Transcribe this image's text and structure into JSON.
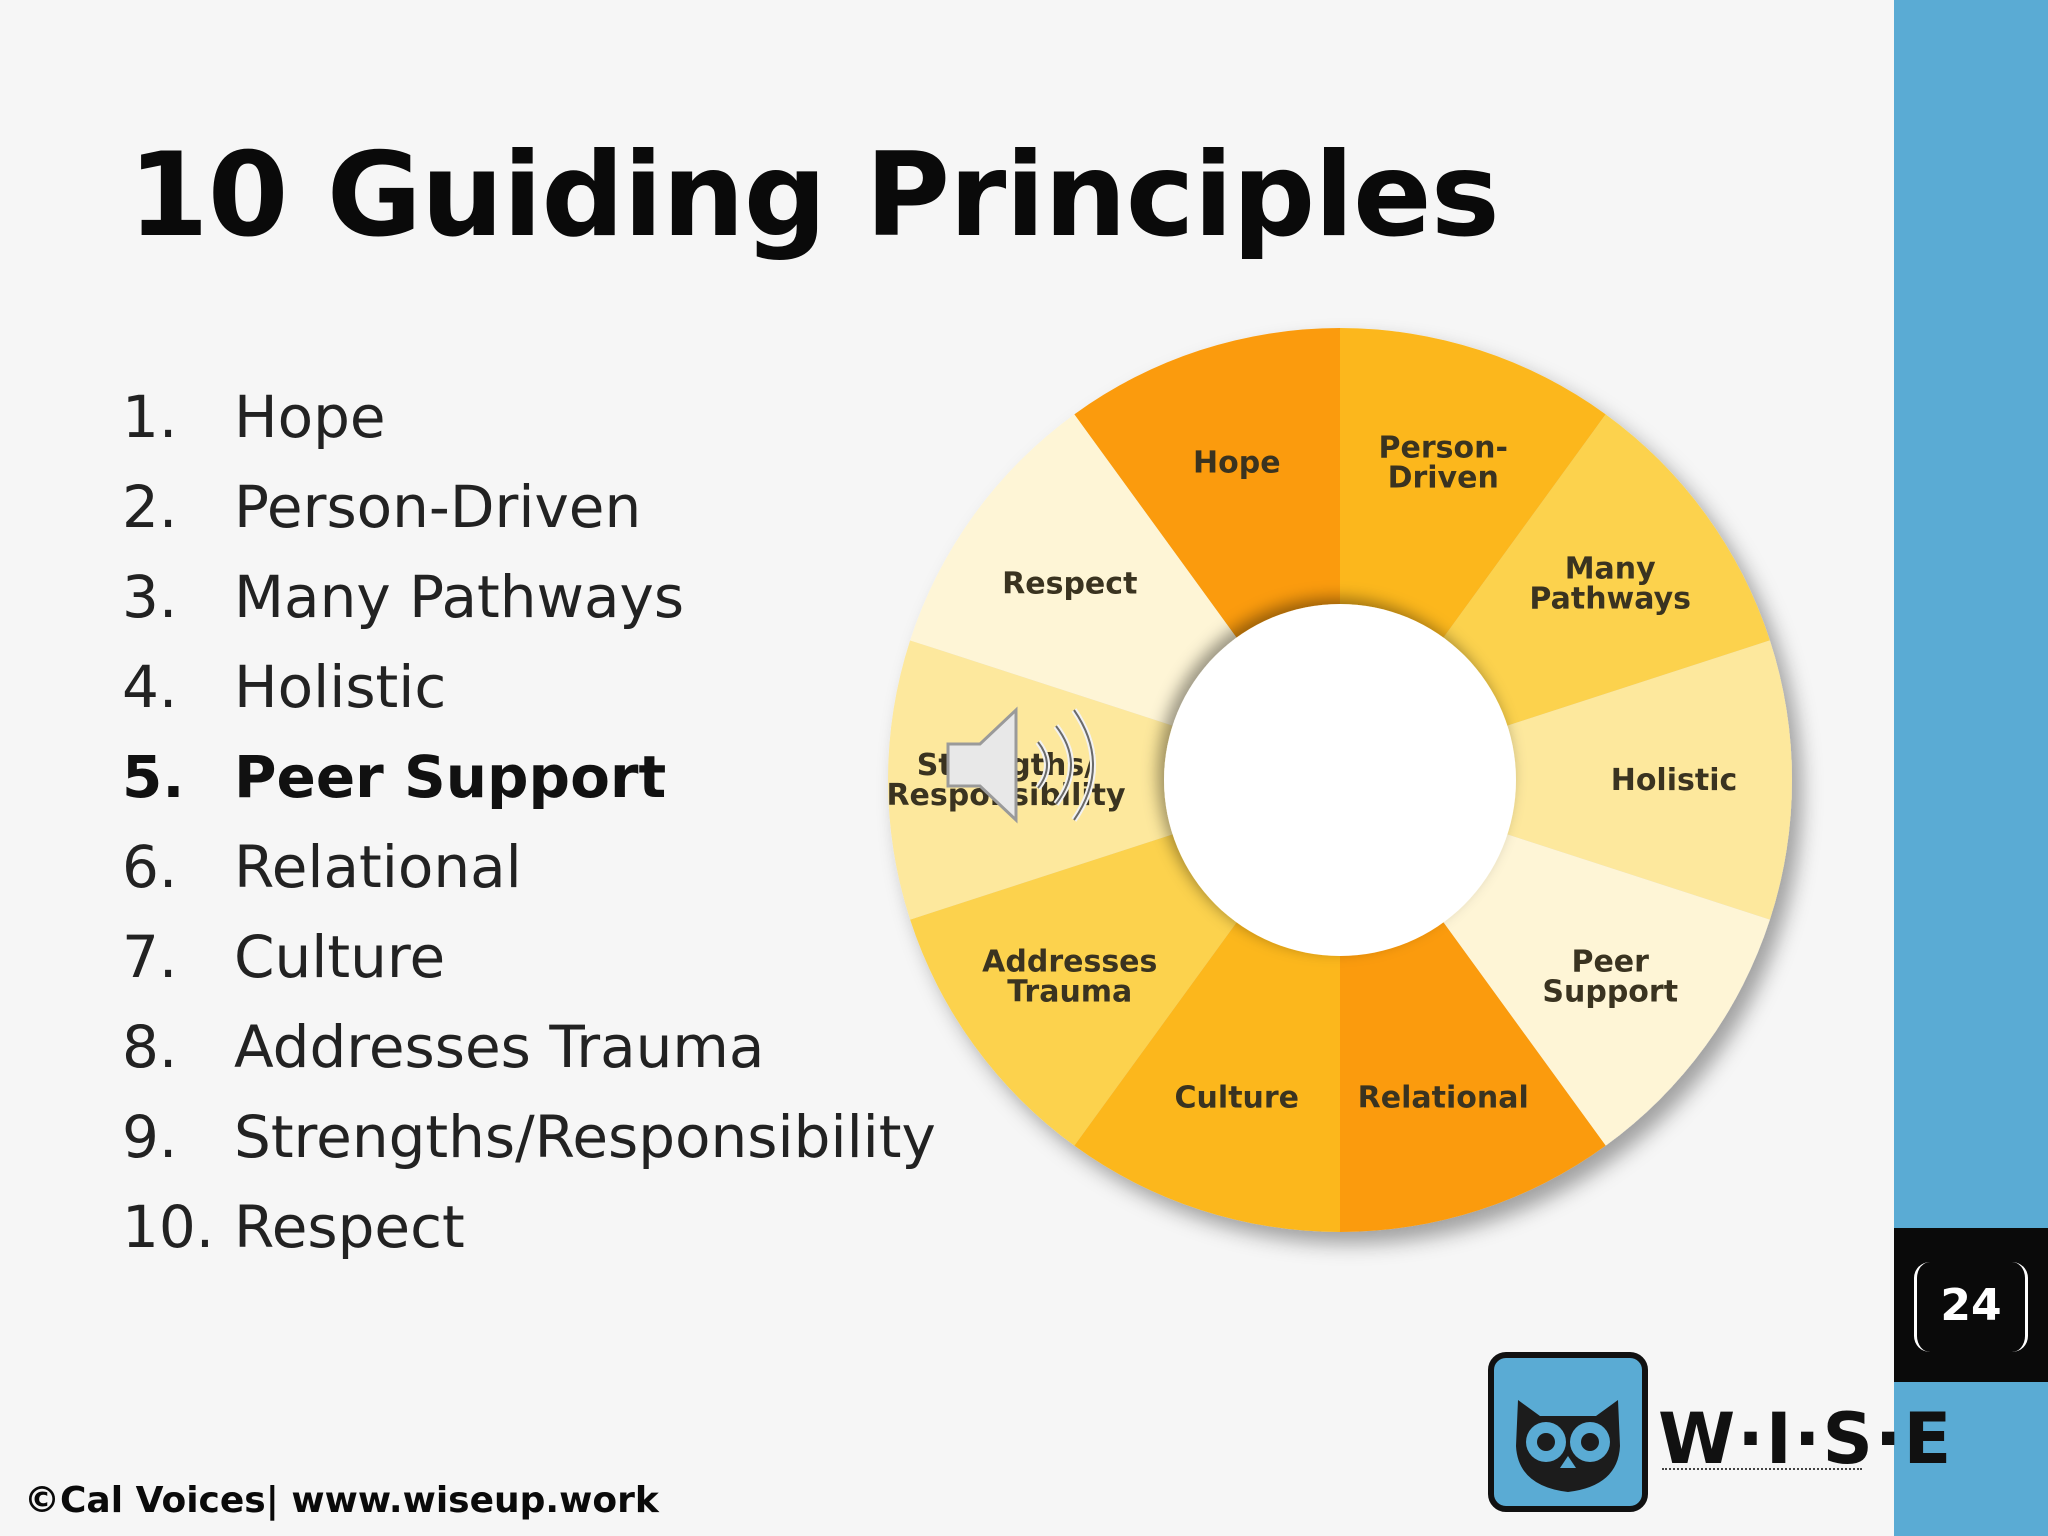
{
  "slide": {
    "title": "10 Guiding Principles",
    "page_number": "24",
    "footer": "©Cal Voices| www.wiseup.work"
  },
  "principles": [
    {
      "num": "1.",
      "label": "Hope"
    },
    {
      "num": "2.",
      "label": "Person-Driven"
    },
    {
      "num": "3.",
      "label": "Many Pathways"
    },
    {
      "num": "4.",
      "label": "Holistic"
    },
    {
      "num": "5.",
      "label": "Peer Support",
      "emphasized": true
    },
    {
      "num": "6.",
      "label": "Relational"
    },
    {
      "num": "7.",
      "label": "Culture"
    },
    {
      "num": "8.",
      "label": "Addresses Trauma"
    },
    {
      "num": "9.",
      "label": "Strengths/Responsibility"
    },
    {
      "num": "10.",
      "label": "Respect"
    }
  ],
  "wheel": {
    "segments": [
      {
        "label_lines": [
          "Hope"
        ],
        "color": "#fb9b0a"
      },
      {
        "label_lines": [
          "Person-",
          "Driven"
        ],
        "color": "#fcb71f"
      },
      {
        "label_lines": [
          "Many",
          "Pathways"
        ],
        "color": "#fcd24e"
      },
      {
        "label_lines": [
          "Holistic"
        ],
        "color": "#fde89d"
      },
      {
        "label_lines": [
          "Peer",
          "Support"
        ],
        "color": "#fef5d6"
      },
      {
        "label_lines": [
          "Relational"
        ],
        "color": "#fb9b0a"
      },
      {
        "label_lines": [
          "Culture"
        ],
        "color": "#fcb71f"
      },
      {
        "label_lines": [
          "Addresses",
          "Trauma"
        ],
        "color": "#fcd24e"
      },
      {
        "label_lines": [
          "Strengths/",
          "Responsibility"
        ],
        "color": "#fde89d"
      },
      {
        "label_lines": [
          "Respect"
        ],
        "color": "#fef5d6"
      }
    ]
  },
  "logo": {
    "text": "W·I·S·E",
    "icon": "owl-icon",
    "color": "#5aabd4"
  },
  "media": {
    "icon": "speaker-icon"
  },
  "colors": {
    "side_band": "#5aabd4",
    "page_box": "#0a0a0a"
  }
}
